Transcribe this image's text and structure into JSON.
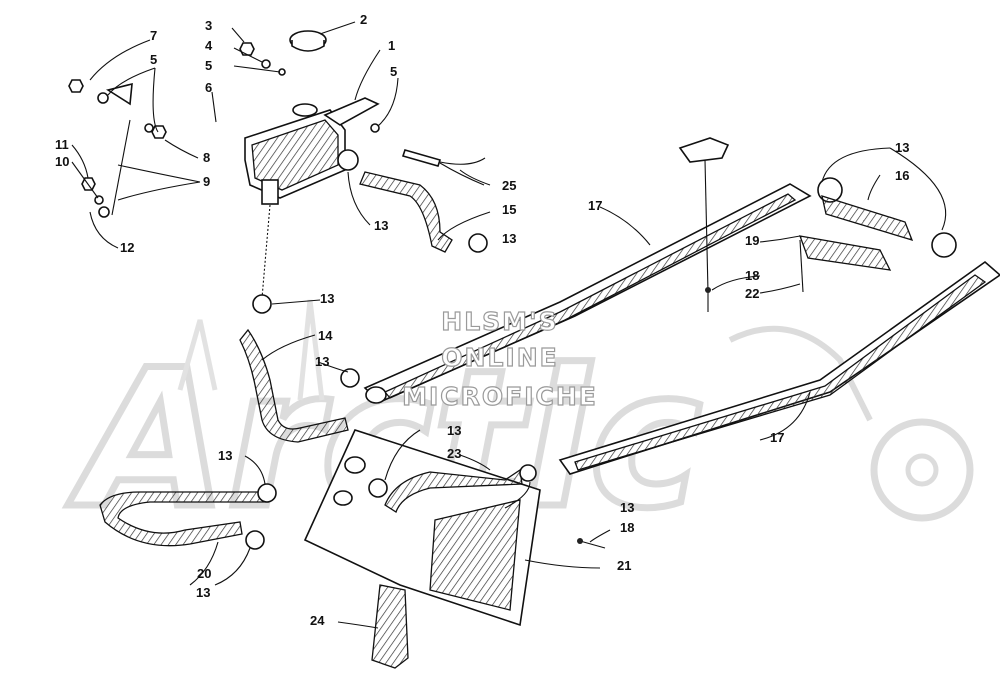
{
  "watermark": {
    "line1": "HLSM'S",
    "line2": "ONLINE",
    "line3": "MICROFICHE"
  },
  "callouts": [
    "1",
    "2",
    "3",
    "4",
    "5",
    "5",
    "5",
    "6",
    "7",
    "8",
    "9",
    "10",
    "11",
    "12",
    "13",
    "13",
    "13",
    "13",
    "13",
    "13",
    "13",
    "13",
    "13",
    "14",
    "15",
    "16",
    "17",
    "17",
    "18",
    "18",
    "19",
    "20",
    "21",
    "22",
    "23",
    "24",
    "25"
  ]
}
